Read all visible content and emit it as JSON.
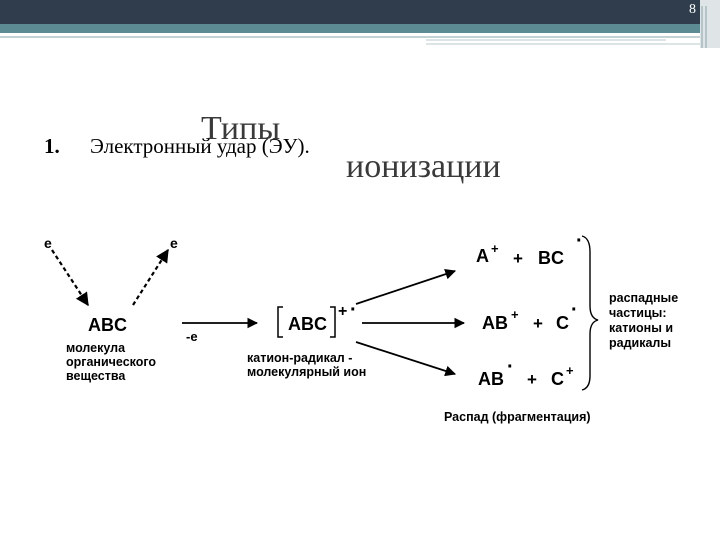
{
  "slide": {
    "number": "8"
  },
  "title": {
    "word1": "Типы",
    "word2": "ионизации"
  },
  "list_item": {
    "number": "1.",
    "text": "Электронный удар (ЭУ)."
  },
  "diagram": {
    "electron_left": "e",
    "electron_right": "e",
    "molecule": "ABC",
    "molecule_caption": [
      "молекула",
      "органического",
      "вещества"
    ],
    "lost_electron": "-e",
    "ion": "ABC",
    "ion_charge": "+",
    "radical_dot": "·",
    "ion_caption": [
      "катион-радикал -",
      "молекулярный ион"
    ],
    "products": {
      "row1": {
        "a": "A",
        "a_sup": "+",
        "plus": "+",
        "b": "BC",
        "b_sup": "·"
      },
      "row2": {
        "a": "AB",
        "a_sup": "+",
        "plus": "+",
        "b": "C",
        "b_sup": "·"
      },
      "row3": {
        "a": "AB",
        "a_sup": "·",
        "plus": "+",
        "b": "C",
        "b_sup": "+"
      }
    },
    "fragments_caption": [
      "распадные",
      "частицы:",
      "катионы и",
      "радикалы"
    ],
    "decay_label": "Распад (фрагментация)"
  },
  "colors": {
    "top_bar": "#2f3d4c",
    "top_band": "#5d8b93",
    "title": "#3a3a3a"
  }
}
